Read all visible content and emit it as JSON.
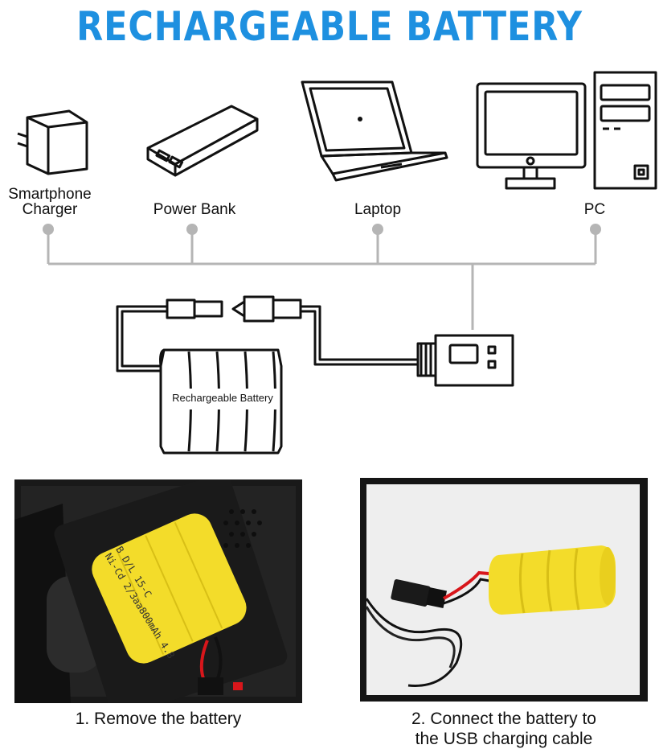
{
  "title": "RECHARGEABLE BATTERY",
  "sources": [
    {
      "label_line1": "Smartphone",
      "label_line2": "Charger",
      "icon": "charger-icon"
    },
    {
      "label": "Power Bank",
      "icon": "power-bank-icon"
    },
    {
      "label": "Laptop",
      "icon": "laptop-icon"
    },
    {
      "label": "PC",
      "icon": "pc-icon"
    }
  ],
  "diagram": {
    "battery_label": "Rechargeable Battery"
  },
  "photos": {
    "left": {
      "caption": "1. Remove the battery",
      "battery_print": [
        "B  D/L  15-C",
        "Ni-Cd 2/3aa800mAh 4.8"
      ]
    },
    "right": {
      "caption_line1": "2. Connect the battery to",
      "caption_line2": "the USB charging cable"
    }
  },
  "colors": {
    "title": "#1e90e0",
    "connector_line": "#b5b5b5",
    "battery_yellow": "#f3dc2a",
    "wire_red": "#d8161b"
  }
}
